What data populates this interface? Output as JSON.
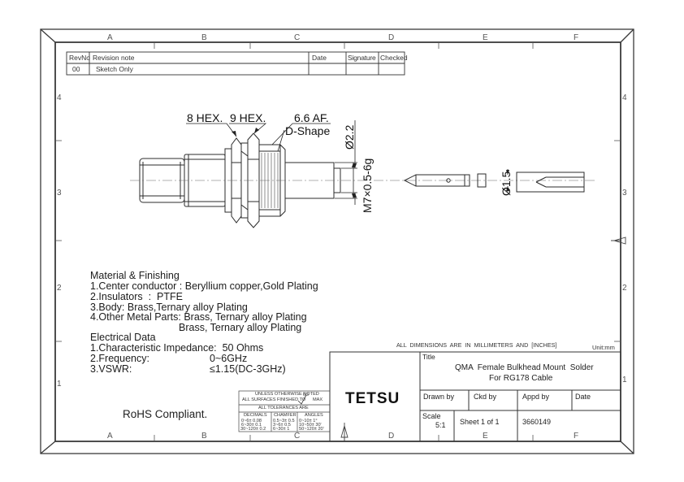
{
  "zones": {
    "columns": [
      "A",
      "B",
      "C",
      "D",
      "E",
      "F"
    ],
    "rows": [
      "4",
      "3",
      "2",
      "1"
    ]
  },
  "revision_table": {
    "headers": {
      "revno": "RevNo",
      "note": "Revision note",
      "date": "Date",
      "signature": "Signature",
      "checked": "Checked"
    },
    "row": {
      "revno": "00",
      "note": "Sketch Only",
      "date": "",
      "signature": "",
      "checked": ""
    }
  },
  "callouts": {
    "hex8": "8 HEX.",
    "hex9": "9 HEX.",
    "af": "6.6 AF.",
    "dshape": "D-Shape",
    "dia22": "Ø2.2",
    "thread": "M7×0.5-6g",
    "dia15": "Ø1.5"
  },
  "notes": {
    "material_title": "Material & Finishing",
    "material_1": "1.Center conductor : Beryllium copper,Gold Plating",
    "material_2": "2.Insulators  :  PTFE",
    "material_3": "3.Body: Brass,Ternary alloy Plating",
    "material_4": "4.Other Metal Parts: Brass, Ternary alloy Plating",
    "material_4b": "Brass, Ternary alloy Plating",
    "electrical_title": "Electrical Data",
    "electrical_1": "1.Characteristic Impedance:  50 Ohms",
    "electrical_2": "2.Frequency:",
    "electrical_2v": "0~6GHz",
    "electrical_3": "3.VSWR:",
    "electrical_3v": "≤1.15(DC-3GHz)",
    "rohs": "RoHS Compliant."
  },
  "title_block": {
    "units_note": "ALL  DIMENSIONS  ARE  IN  MILLIMETERS  AND  [INCHES]",
    "unit": "Unit:mm",
    "title_label": "Title",
    "title_line1": "QMA  Female Bulkhead Mount  Solder",
    "title_line2": "For RG178 Cable",
    "company": "TETSU",
    "drawn_by_label": "Drawn by",
    "ckd_by_label": "Ckd by",
    "appd_by_label": "Appd by",
    "date_label": "Date",
    "scale_label": "Scale",
    "scale_value": "5:1",
    "sheet": "Sheet 1 of 1",
    "drawing_no": "3660149"
  },
  "tolerance_block": {
    "line1": "UNLESS OTHERWISE NOTED",
    "line2": "ALL SURFACES FINISHED TO",
    "finish_value": "6.3",
    "max": "MAX",
    "line3": "ALL TOLERANCES ARE",
    "headers": [
      "DECIMALS",
      "CHAMFER",
      "ANGLES"
    ],
    "rows": [
      [
        "0~6± 0.08",
        "0.5~3± 0.5",
        "0~10± 1°"
      ],
      [
        "6~30± 0.1",
        "3~6± 0.5",
        "10~50± 30'"
      ],
      [
        "30~120± 0.2",
        "6~30± 1",
        "50~120± 20'"
      ]
    ]
  },
  "colors": {
    "line": "#2b2b2b",
    "frame": "#3a3a3a"
  }
}
